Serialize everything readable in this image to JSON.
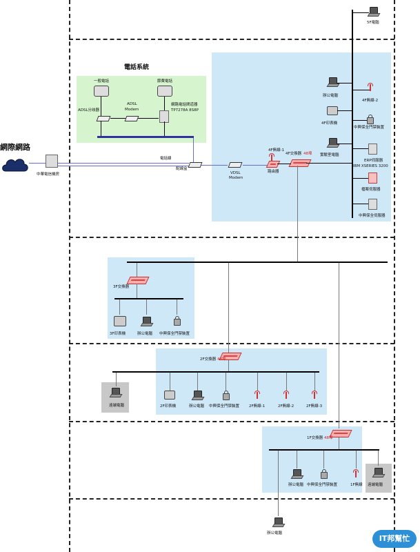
{
  "internet": {
    "label": "網際網路"
  },
  "telecom": {
    "label": "中華電信機房"
  },
  "phone_system": {
    "title": "電話系統",
    "phone1": "一般電話",
    "phone2": "節費電話",
    "adsl_splitter": "ADSL分歧器",
    "adsl_modem_1": "ADSL",
    "adsl_modem_2": "Modem",
    "gateway_1": "網路電話閘道器",
    "gateway_2": "TP7278A 8S8P"
  },
  "line": {
    "phone_line": "電話線",
    "patch_box": "配線盒"
  },
  "vdsl": {
    "l1": "VDSL",
    "l2": "Modem"
  },
  "floor4": {
    "router": "路由器",
    "wireless1": "4F無線-1",
    "switch": "4F交換器",
    "switch_ports": "48埠",
    "office_pc": "辦公電腦",
    "wireless2": "4F無線-2",
    "printer": "4F印表機",
    "access_ctrl": "中興保全門禁裝置",
    "lab_pc": "實驗室電腦",
    "erp_1": "ERP伺服器",
    "erp_2": "IBM XSERIES 3200",
    "file_server": "檔案伺服器",
    "security_server": "中興保全伺服器"
  },
  "floor5": {
    "pc": "5F電腦"
  },
  "floor3": {
    "switch": "3F交換器",
    "printer": "3F印表機",
    "office_pc": "辦公電腦",
    "access_ctrl": "中興保全門禁裝置"
  },
  "floor2": {
    "switch": "2F交換器",
    "switch_ports": "48埠",
    "remote_pc": "遠端電腦",
    "printer": "2F印表機",
    "office_pc": "辦公電腦",
    "access_ctrl": "中興保全門禁裝置",
    "wireless1": "2F無線-1",
    "wireless2": "2F無線-2",
    "wireless3": "2F無線-3"
  },
  "floor1": {
    "switch": "1F交換器",
    "switch_ports": "48埠",
    "office_pc": "辦公電腦",
    "access_ctrl": "中興保全門禁裝置",
    "wireless": "1F無線",
    "remote_pc": "遠端電腦"
  },
  "basement": {
    "office_pc": "辦公電腦"
  },
  "watermark": {
    "text": "IT邦幫忙"
  },
  "colors": {
    "zone_blue": "#cfe8f8",
    "zone_green": "#d6f5cf",
    "accent_red": "#d02020"
  }
}
